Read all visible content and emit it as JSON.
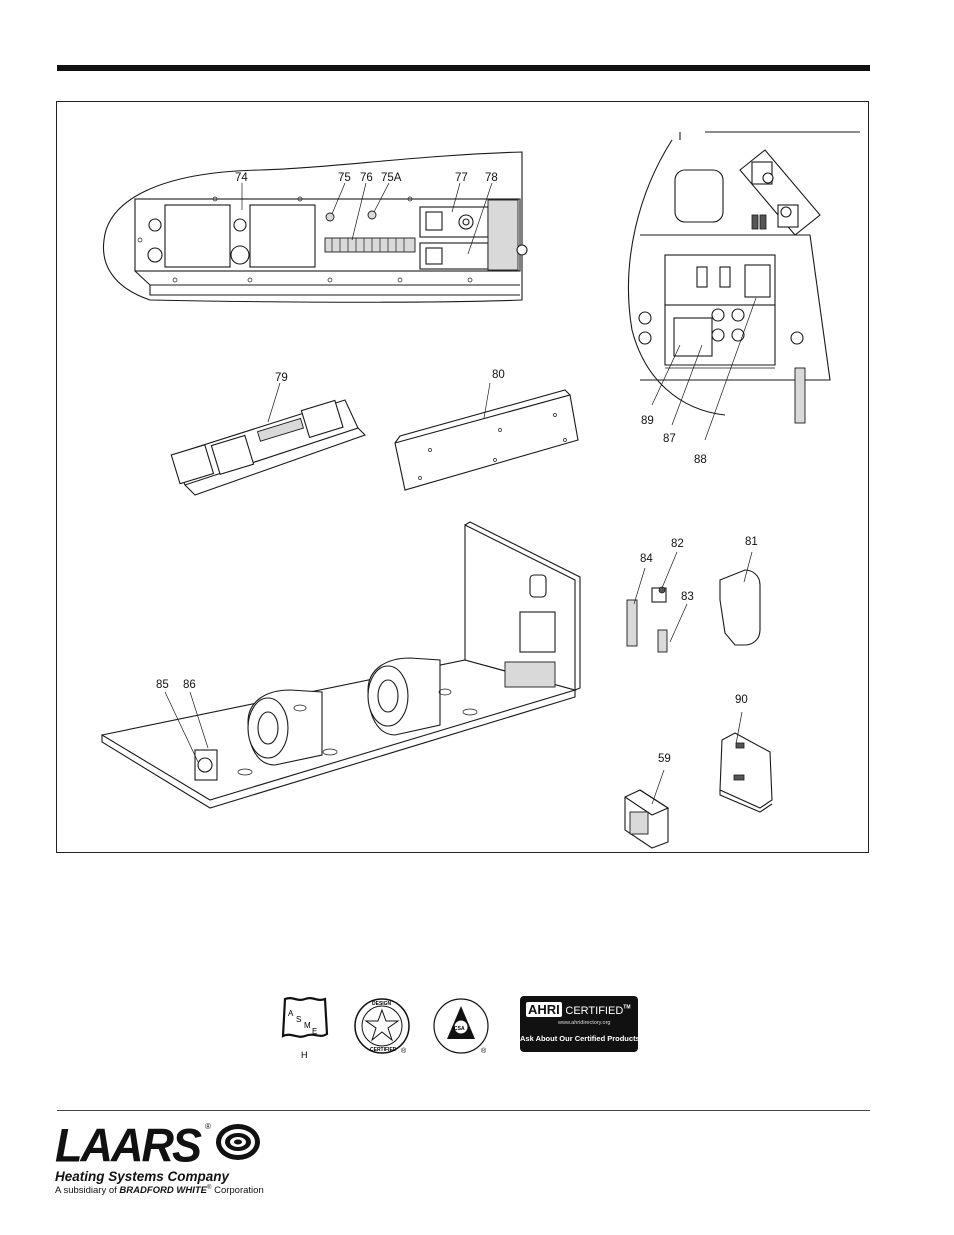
{
  "callouts": {
    "c74": "74",
    "c75": "75",
    "c76": "76",
    "c75a": "75A",
    "c77": "77",
    "c78": "78",
    "c79": "79",
    "c80": "80",
    "c89": "89",
    "c87": "87",
    "c88": "88",
    "c84": "84",
    "c82": "82",
    "c81": "81",
    "c83": "83",
    "c85": "85",
    "c86": "86",
    "c90": "90",
    "c59": "59"
  },
  "certifications": {
    "asme_letters": [
      "A",
      "S",
      "M",
      "E"
    ],
    "asme_stamp": "H",
    "design_certified_top": "DESIGN",
    "design_certified_bottom": "CERTIFIED",
    "csa_mark": "CSA",
    "ahri_word": "AHRI",
    "ahri_certified": "CERTIFIED",
    "ahri_tm": "TM",
    "ahri_url": "www.ahridirectory.org",
    "ahri_tagline": "Ask About Our Certified Products",
    "registered": "®"
  },
  "footer": {
    "brand": "LAARS",
    "registered": "®",
    "tagline": "Heating Systems Company",
    "sub_prefix": "A subsidiary of ",
    "sub_company": "BRADFORD WHITE",
    "sub_suffix": " Corporation"
  }
}
